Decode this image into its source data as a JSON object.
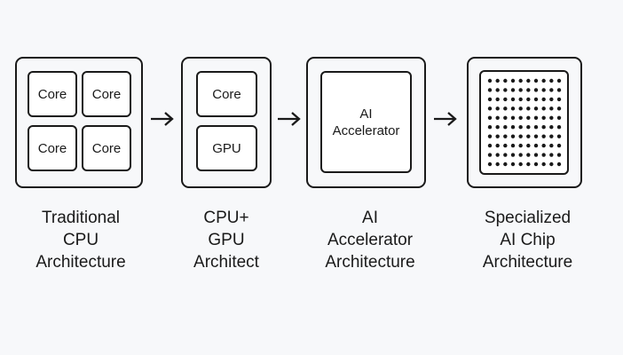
{
  "stages": [
    {
      "id": "traditional-cpu",
      "cells": [
        "Core",
        "Core",
        "Core",
        "Core"
      ],
      "caption": [
        "Traditional",
        "CPU",
        "Architecture"
      ]
    },
    {
      "id": "cpu-gpu",
      "cells": [
        "Core",
        "GPU"
      ],
      "caption": [
        "CPU+",
        "GPU",
        "Architect"
      ]
    },
    {
      "id": "ai-accelerator",
      "block": [
        "AI",
        "Accelerator"
      ],
      "caption": [
        "AI",
        "Accelerator",
        "Architecture"
      ]
    },
    {
      "id": "specialized-ai-chip",
      "dot_grid": {
        "rows": 10,
        "cols": 10
      },
      "caption": [
        "Specialized",
        "AI Chip",
        "Architecture"
      ]
    }
  ],
  "colors": {
    "stroke": "#1a1a1a",
    "background": "#f7f8fa",
    "fill": "#ffffff"
  }
}
